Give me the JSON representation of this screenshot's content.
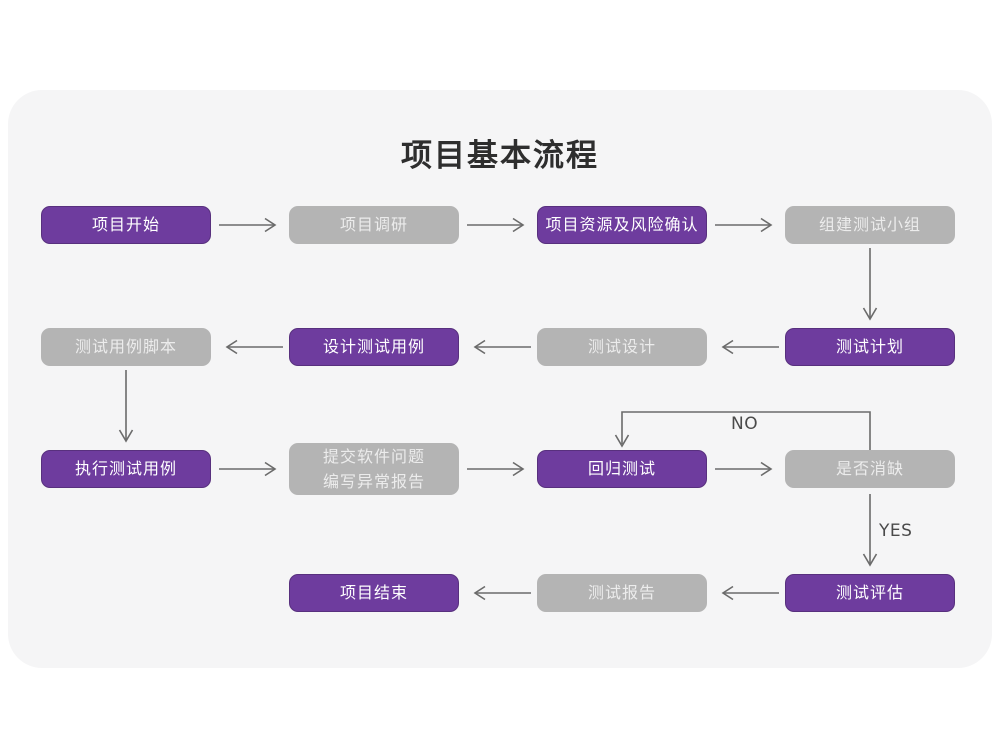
{
  "page": {
    "title": "项目基本流程",
    "background": "#ffffff",
    "card_background": "#f5f5f6"
  },
  "colors": {
    "purple": "#6e3c9e",
    "purple_border": "#58307e",
    "gray": "#b4b4b4",
    "gray_text": "#ececec",
    "purple_text": "#ffffff",
    "connector": "#6b6b6b",
    "title_text": "#2e2e2e",
    "label_text": "#4a4a4a"
  },
  "flow": {
    "nodes": [
      {
        "id": "n1",
        "label": "项目开始",
        "style": "purple",
        "row": 1,
        "col": 1
      },
      {
        "id": "n2",
        "label": "项目调研",
        "style": "gray",
        "row": 1,
        "col": 2
      },
      {
        "id": "n3",
        "label": "项目资源及风险确认",
        "style": "purple",
        "row": 1,
        "col": 3
      },
      {
        "id": "n4",
        "label": "组建测试小组",
        "style": "gray",
        "row": 1,
        "col": 4
      },
      {
        "id": "n5",
        "label": "测试用例脚本",
        "style": "gray",
        "row": 2,
        "col": 1
      },
      {
        "id": "n6",
        "label": "设计测试用例",
        "style": "purple",
        "row": 2,
        "col": 2
      },
      {
        "id": "n7",
        "label": "测试设计",
        "style": "gray",
        "row": 2,
        "col": 3
      },
      {
        "id": "n8",
        "label": "测试计划",
        "style": "purple",
        "row": 2,
        "col": 4
      },
      {
        "id": "n9",
        "label": "执行测试用例",
        "style": "purple",
        "row": 3,
        "col": 1
      },
      {
        "id": "n10",
        "label": "提交软件问题\n编写异常报告",
        "style": "gray",
        "row": 3,
        "col": 2
      },
      {
        "id": "n11",
        "label": "回归测试",
        "style": "purple",
        "row": 3,
        "col": 3
      },
      {
        "id": "n12",
        "label": "是否消缺",
        "style": "gray",
        "row": 3,
        "col": 4
      },
      {
        "id": "n13",
        "label": "项目结束",
        "style": "purple",
        "row": 4,
        "col": 2
      },
      {
        "id": "n14",
        "label": "测试报告",
        "style": "gray",
        "row": 4,
        "col": 3
      },
      {
        "id": "n15",
        "label": "测试评估",
        "style": "purple",
        "row": 4,
        "col": 4
      }
    ],
    "edge_labels": {
      "no": "NO",
      "yes": "YES"
    }
  }
}
